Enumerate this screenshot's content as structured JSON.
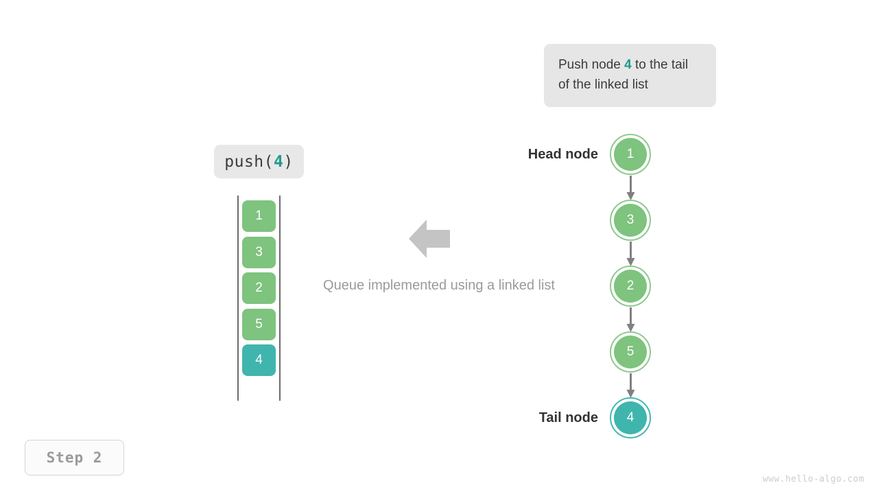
{
  "callout": {
    "prefix": "Push node ",
    "value": "4",
    "suffix": " to the tail of the linked list"
  },
  "operation": {
    "name": "push(",
    "arg": "4",
    "close": ")"
  },
  "queue": {
    "items": [
      {
        "value": "1",
        "color": "#7ec37e",
        "accent": false
      },
      {
        "value": "3",
        "color": "#7ec37e",
        "accent": false
      },
      {
        "value": "2",
        "color": "#7ec37e",
        "accent": false
      },
      {
        "value": "5",
        "color": "#7ec37e",
        "accent": false
      },
      {
        "value": "4",
        "color": "#3fb5ad",
        "accent": true
      }
    ]
  },
  "caption": "Queue implemented using a linked list",
  "linked_list": {
    "head_label": "Head node",
    "tail_label": "Tail node",
    "nodes": [
      {
        "value": "1",
        "accent": false
      },
      {
        "value": "3",
        "accent": false
      },
      {
        "value": "2",
        "accent": false
      },
      {
        "value": "5",
        "accent": false
      },
      {
        "value": "4",
        "accent": true
      }
    ]
  },
  "step_badge": "Step 2",
  "watermark": "www.hello-algo.com",
  "colors": {
    "node_green": "#7ec37e",
    "node_green_ring": "#8fc98f",
    "accent_teal": "#3fb5ad",
    "accent_teal_ring": "#46b8b0",
    "arrow_gray": "#808080",
    "big_arrow_gray": "#c4c4c4",
    "callout_bg": "#e6e6e6",
    "highlight_text": "#1f9a8a"
  }
}
